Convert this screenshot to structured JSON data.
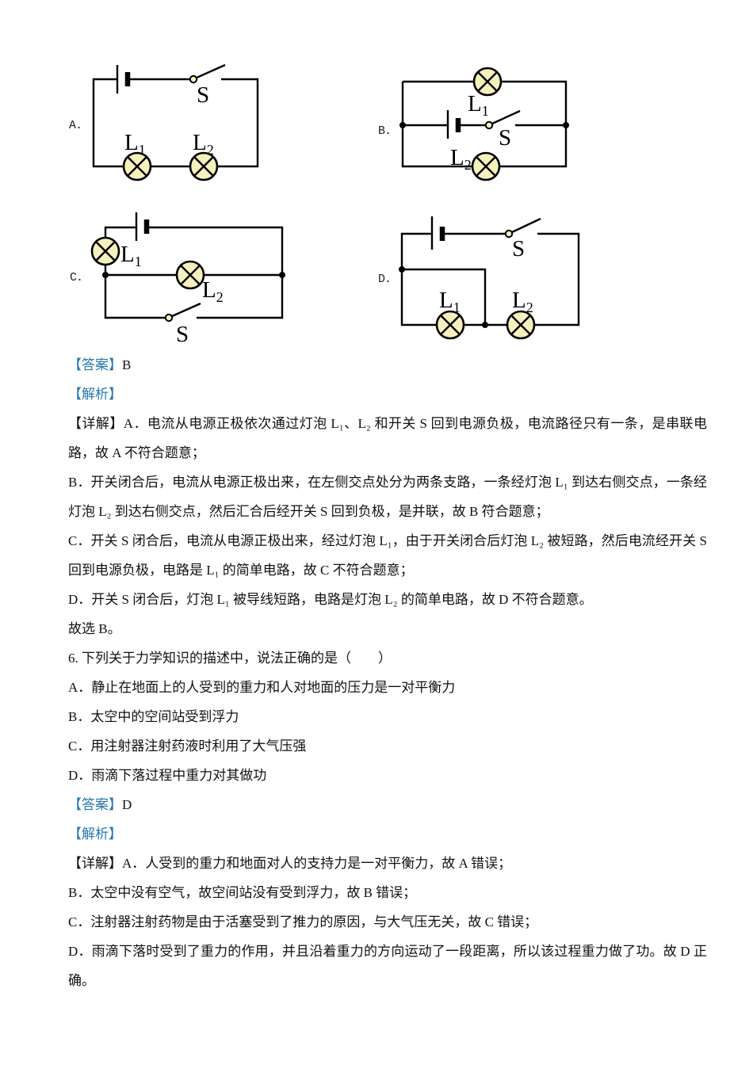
{
  "colors": {
    "accent": "#2878ae",
    "lamp_fill": "#f5f0bd",
    "line": "#000000",
    "text": "#111111"
  },
  "circuits": {
    "a": {
      "option": "A.",
      "lamp1": {
        "base": "L",
        "sub": "1"
      },
      "lamp2": {
        "base": "L",
        "sub": "2"
      },
      "switch": "S"
    },
    "b": {
      "option": "B.",
      "lamp1": {
        "base": "L",
        "sub": "1"
      },
      "lamp2": {
        "base": "L",
        "sub": "2"
      },
      "switch": "S"
    },
    "c": {
      "option": "C.",
      "lamp1": {
        "base": "L",
        "sub": "1"
      },
      "lamp2": {
        "base": "L",
        "sub": "2"
      },
      "switch": "S"
    },
    "d": {
      "option": "D.",
      "lamp1": {
        "base": "L",
        "sub": "1"
      },
      "lamp2": {
        "base": "L",
        "sub": "2"
      },
      "switch": "S"
    }
  },
  "q5": {
    "answer_label": "【答案】",
    "answer_value": "B",
    "analysis_label": "【解析】",
    "detail_label": "【详解】",
    "details": [
      "A．电流从电源正极依次通过灯泡 L₁、L₂ 和开关 S 回到电源负极，电流路径只有一条，是串联电路，故 A 不符合题意；",
      "B．开关闭合后，电流从电源正极出来，在左侧交点处分为两条支路，一条经灯泡 L₁ 到达右侧交点，一条经灯泡 L₂ 到达右侧交点，然后汇合后经开关 S 回到负极，是并联，故 B 符合题意；",
      "C．开关 S 闭合后，电流从电源正极出来，经过灯泡 L₁，由于开关闭合后灯泡 L₂ 被短路，然后电流经开关 S 回到电源负极，电路是 L₁ 的简单电路，故 C 不符合题意；",
      "D．开关 S 闭合后，灯泡 L₁ 被导线短路，电路是灯泡 L₂ 的简单电路，故 D 不符合题意。"
    ],
    "conclusion": "故选 B。"
  },
  "q6": {
    "stem": "6. 下列关于力学知识的描述中，说法正确的是（　　）",
    "options": [
      "A．静止在地面上的人受到的重力和人对地面的压力是一对平衡力",
      "B．太空中的空间站受到浮力",
      "C．用注射器注射药液时利用了大气压强",
      "D．雨滴下落过程中重力对其做功"
    ],
    "answer_label": "【答案】",
    "answer_value": "D",
    "analysis_label": "【解析】",
    "detail_label": "【详解】",
    "details": [
      "A．人受到的重力和地面对人的支持力是一对平衡力，故 A 错误；",
      "B．太空中没有空气，故空间站没有受到浮力，故 B 错误；",
      "C．注射器注射药物是由于活塞受到了推力的原因，与大气压无关，故 C 错误；",
      "D．雨滴下落时受到了重力的作用，并且沿着重力的方向运动了一段距离，所以该过程重力做了功。故 D 正确。"
    ]
  }
}
